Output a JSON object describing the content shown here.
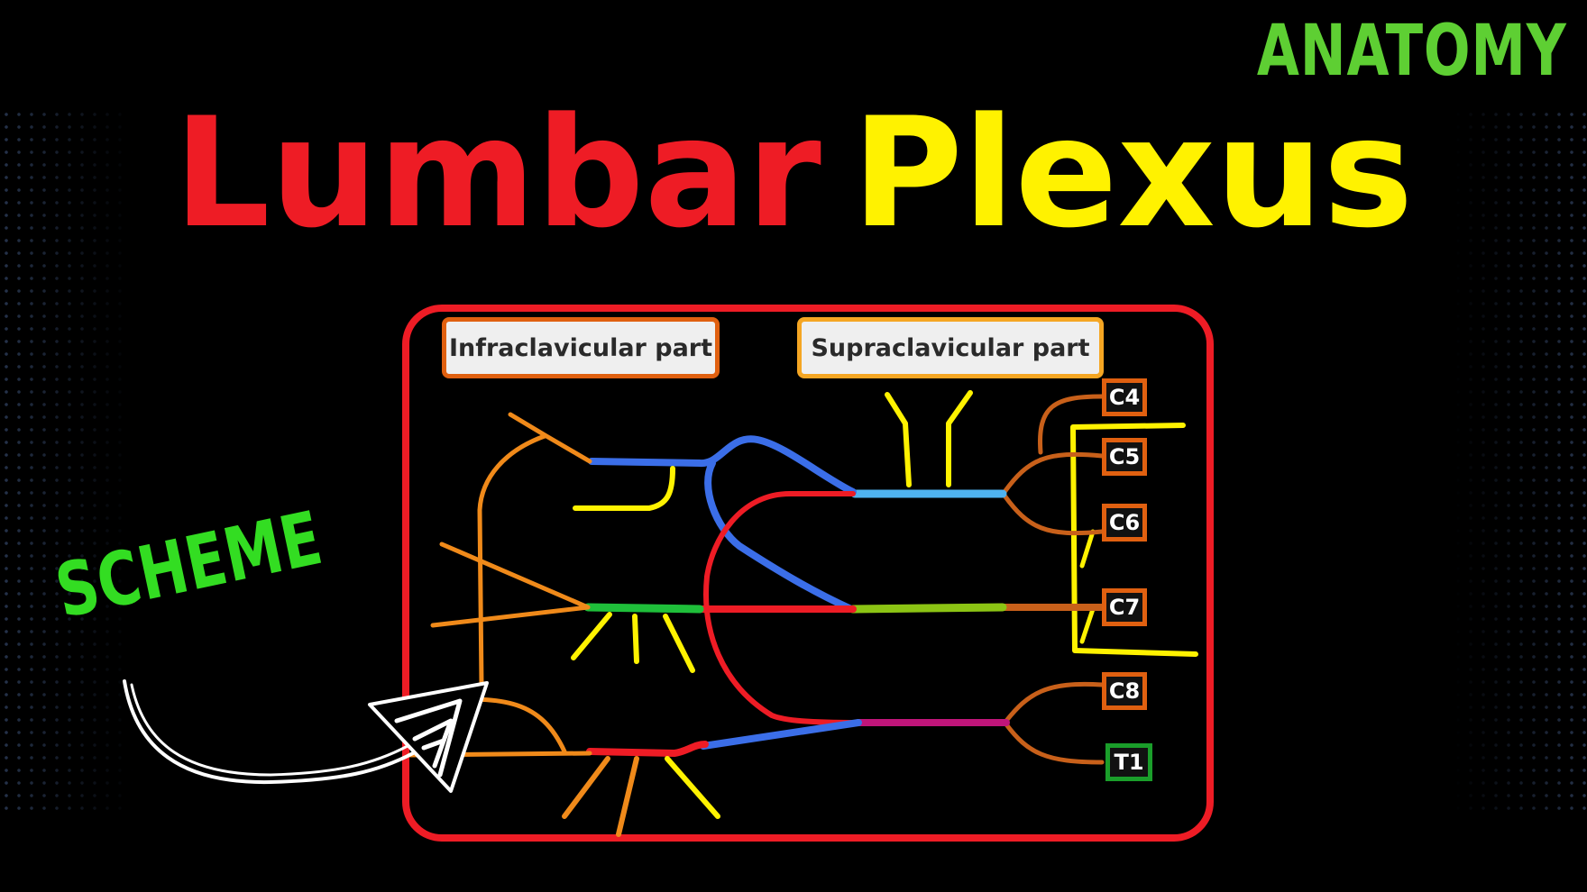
{
  "category": "ANATOMY",
  "title": {
    "word1": "Lumbar",
    "word2": "Plexus"
  },
  "callout": "SCHEME",
  "diagram": {
    "labels": {
      "infraclavicular": "Infraclavicular part",
      "supraclavicular": "Supraclavicular part"
    },
    "roots": [
      "C4",
      "C5",
      "C6",
      "C7",
      "C8",
      "T1"
    ]
  },
  "colors": {
    "title_red": "#ee1c25",
    "title_yellow": "#fff200",
    "category_green": "#5ecf33",
    "frame": "#ee1c25",
    "blue": "#3b6ee8",
    "light_blue": "#4fb3f0",
    "green": "#1fbf3a",
    "olive": "#8cc414",
    "magenta": "#c0157a",
    "orange": "#f08a1a",
    "brown": "#c8601a",
    "yellow": "#ffee00"
  }
}
